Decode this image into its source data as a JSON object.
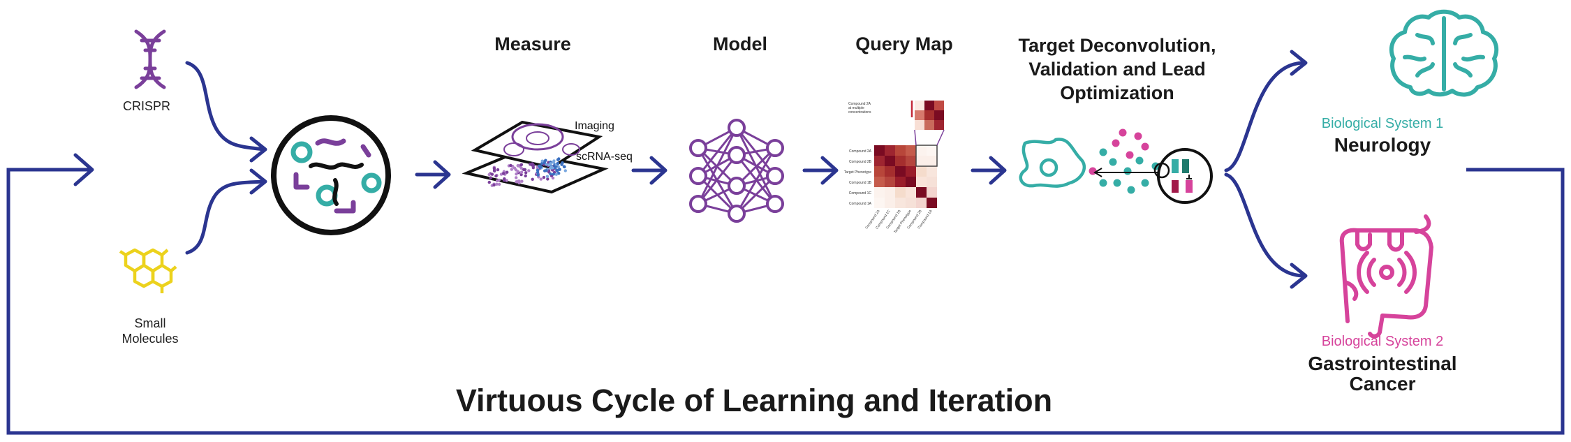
{
  "inputs": {
    "crispr": "CRISPR",
    "small_molecules": "Small\nMolecules"
  },
  "stages": {
    "measure": "Measure",
    "model": "Model",
    "query_map": "Query Map",
    "target": "Target Deconvolution,\nValidation and Lead\nOptimization"
  },
  "measure_labels": {
    "imaging": "Imaging",
    "scrna": "scRNA-seq"
  },
  "query_map": {
    "inset_label": "Compound 2A\nat multiple\nconcentrations",
    "rows": [
      "Compound 2A",
      "Compound 2B",
      "Target Phenotype",
      "Compound 1B",
      "Compound 1C",
      "Compound 1A"
    ],
    "cols": [
      "Compound 2A",
      "Compound 1C",
      "Compound 1B",
      "Target Phenotype",
      "Compound 2B",
      "Compound 1A"
    ]
  },
  "systems": [
    {
      "subtitle": "Biological System 1",
      "title": "Neurology",
      "color": "#35ada6"
    },
    {
      "subtitle": "Biological System 2",
      "title": "Gastrointestinal\nCancer",
      "color": "#d6439b"
    }
  ],
  "cycle_title": "Virtuous Cycle of Learning and Iteration",
  "colors": {
    "arrow": "#2b3590",
    "purple": "#7a3f9a",
    "teal": "#35ada6",
    "pink": "#d6439b",
    "yellow": "#ecd21d",
    "heat_dark": "#7a0b22"
  },
  "icons": [
    "dna-icon",
    "hexagon-molecule-icon",
    "cell-culture-icon",
    "neural-network-icon",
    "cell-icon",
    "brain-icon",
    "intestine-icon"
  ]
}
